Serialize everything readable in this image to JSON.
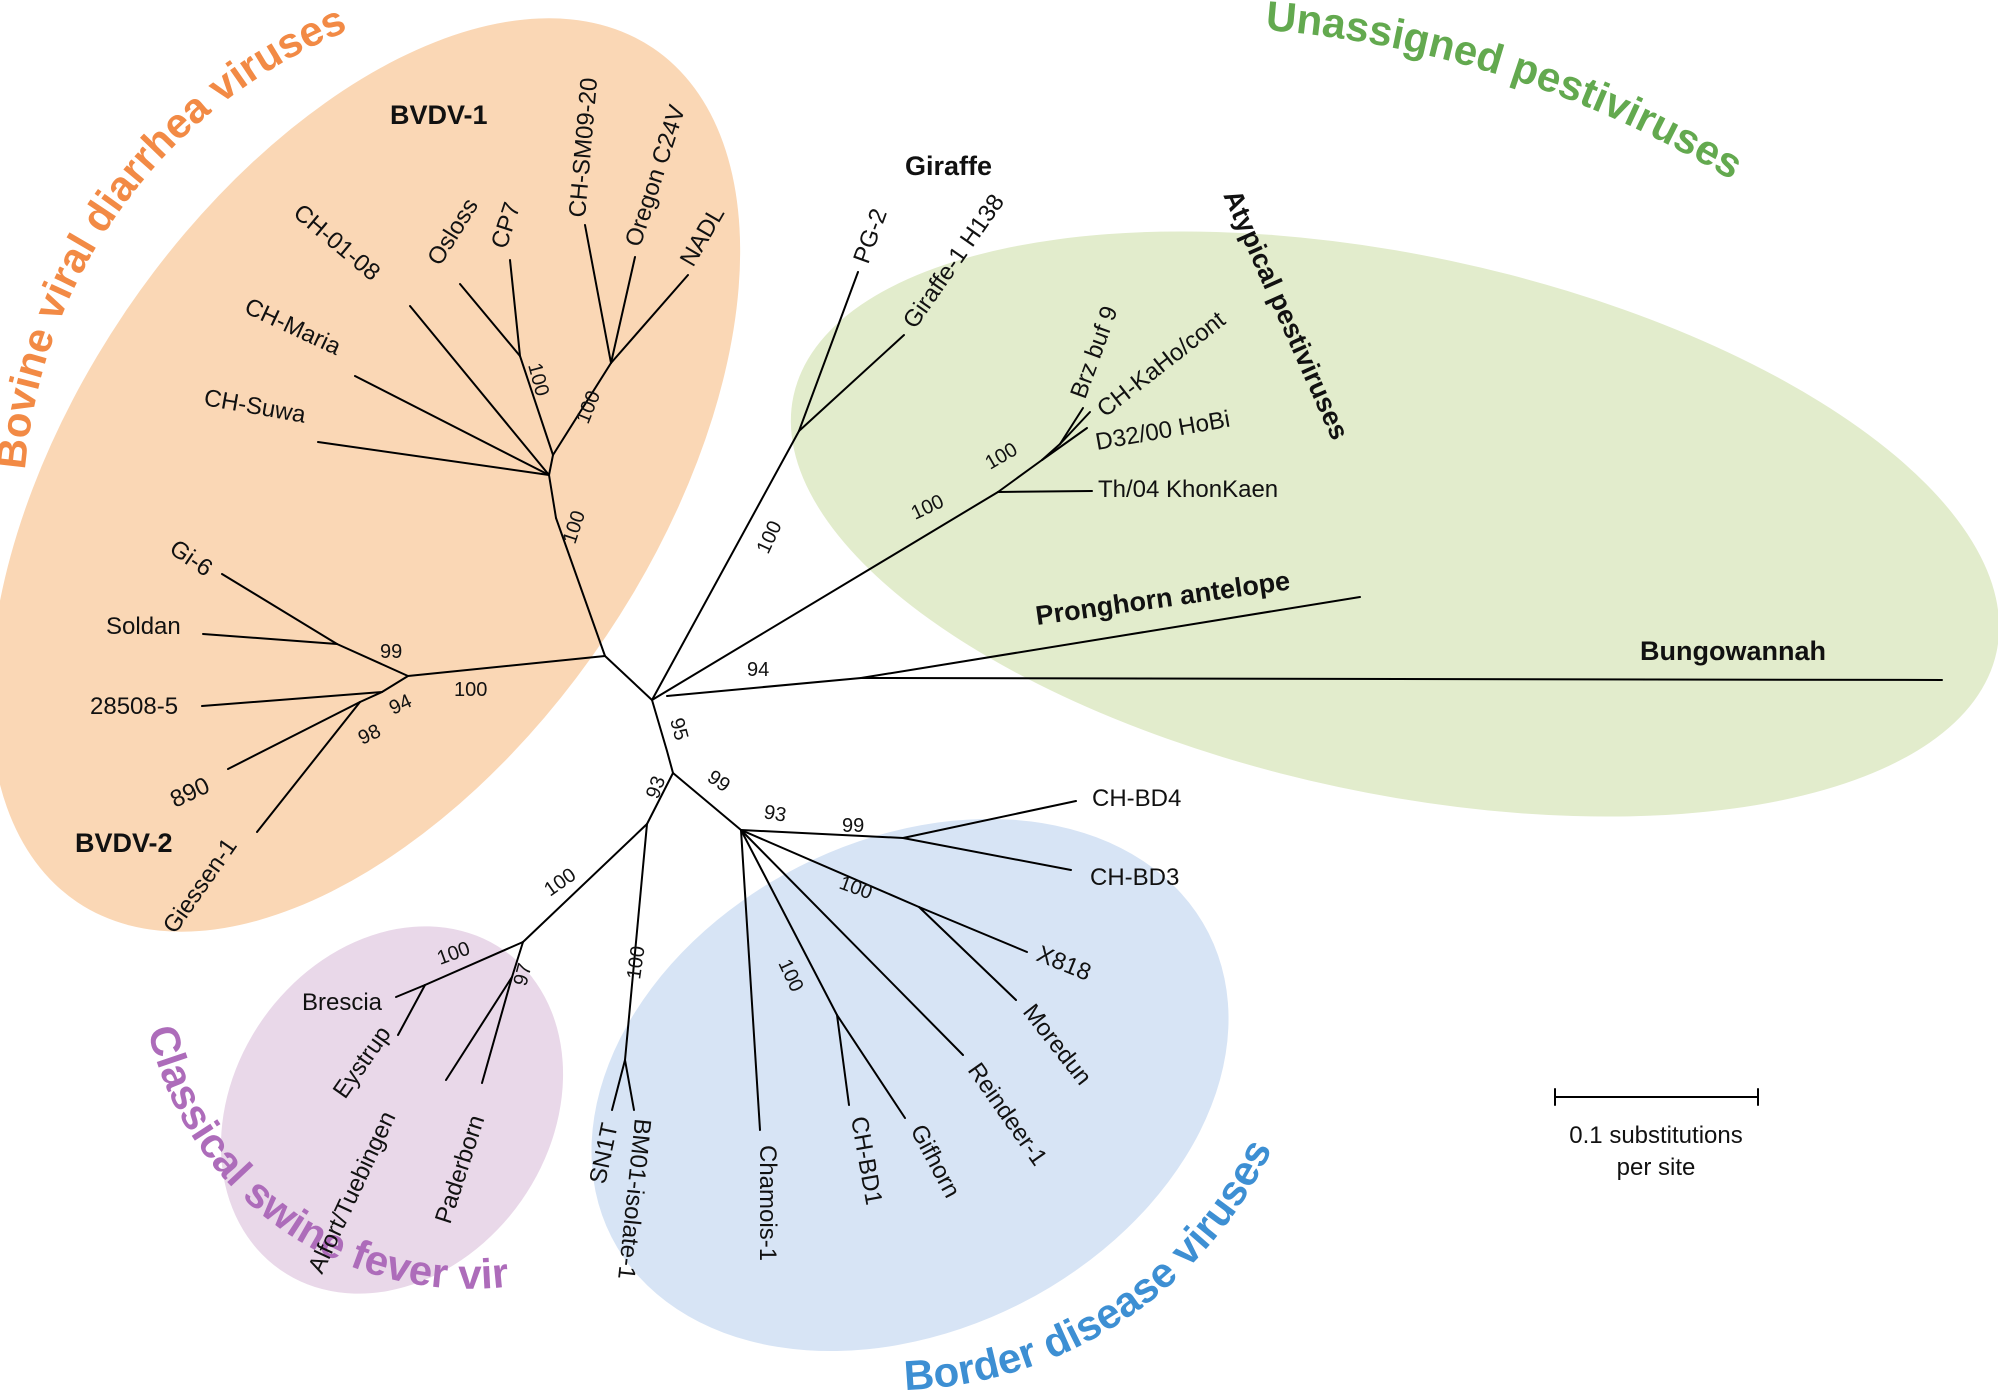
{
  "colors": {
    "bvdv_fill": "#fad7b5",
    "bvdv_text": "#f28a45",
    "unassigned_fill": "#e2eccc",
    "unassigned_text": "#63a94f",
    "csf_fill": "#e9d8e9",
    "csf_text": "#ad6cba",
    "border_fill": "#d7e4f5",
    "border_text": "#3d8fd3"
  },
  "groups": {
    "bvdv": "Bovine viral diarrhea viruses",
    "unassigned": "Unassigned pestiviruses",
    "csf": "Classical swine fever viruses",
    "border": "Border disease viruses"
  },
  "clade_labels": {
    "bvdv1": "BVDV-1",
    "bvdv2": "BVDV-2",
    "giraffe": "Giraffe",
    "atypical": "Atypical pestiviruses",
    "pronghorn": "Pronghorn antelope",
    "bungowannah": "Bungowannah"
  },
  "leaves": {
    "osloss": "Osloss",
    "cp7": "CP7",
    "ch_sm09_20": "CH-SM09-20",
    "oregon_c24v": "Oregon C24V",
    "nadl": "NADL",
    "ch_01_08": "CH-01-08",
    "ch_maria": "CH-Maria",
    "ch_suwa": "CH-Suwa",
    "gi_6": "Gi-6",
    "soldan": "Soldan",
    "s28508_5": "28508-5",
    "s890": "890",
    "giessen_1": "Giessen-1",
    "pg_2": "PG-2",
    "giraffe_1_h138": "Giraffe-1 H138",
    "brz_buf_9": "Brz buf 9",
    "ch_kaho_cont": "CH-KaHo/cont",
    "d32_00_hobi": "D32/00 HoBi",
    "th_04_khonkaen": "Th/04 KhonKaen",
    "ch_bd4": "CH-BD4",
    "ch_bd3": "CH-BD3",
    "x818": "X818",
    "moredun": "Moredun",
    "reindeer_1": "Reindeer-1",
    "gifhorn": "Gifhorn",
    "ch_bd1": "CH-BD1",
    "chamois_1": "Chamois-1",
    "bm01_isolate_1": "BM01-isolate-1",
    "sn1t": "SN1T",
    "brescia": "Brescia",
    "eystrup": "Eystrup",
    "alfort_tuebingen": "Alfort/Tuebingen",
    "paderborn": "Paderborn"
  },
  "bootstrap": {
    "b100_bvdv1_inner": "100",
    "b100_nadl": "100",
    "b100_bvdv1": "100",
    "b99_bvdv2_a": "99",
    "b94_bvdv2": "94",
    "b98_bvdv2": "98",
    "b100_bvdv": "100",
    "b100_giraffe": "100",
    "b100_atyp": "100",
    "b100_atyp_inner": "100",
    "b94_main": "94",
    "b95_main": "95",
    "b93_main": "93",
    "b99_bd": "99",
    "b93_bd": "93",
    "b99_bd4": "99",
    "b100_bd": "100",
    "b100_bd_low": "100",
    "b100_csf": "100",
    "b100_csf_a": "100",
    "b97_csf": "97",
    "b100_sn1t": "100"
  },
  "scale_bar": {
    "line1": "0.1 substitutions",
    "line2": "per site"
  }
}
